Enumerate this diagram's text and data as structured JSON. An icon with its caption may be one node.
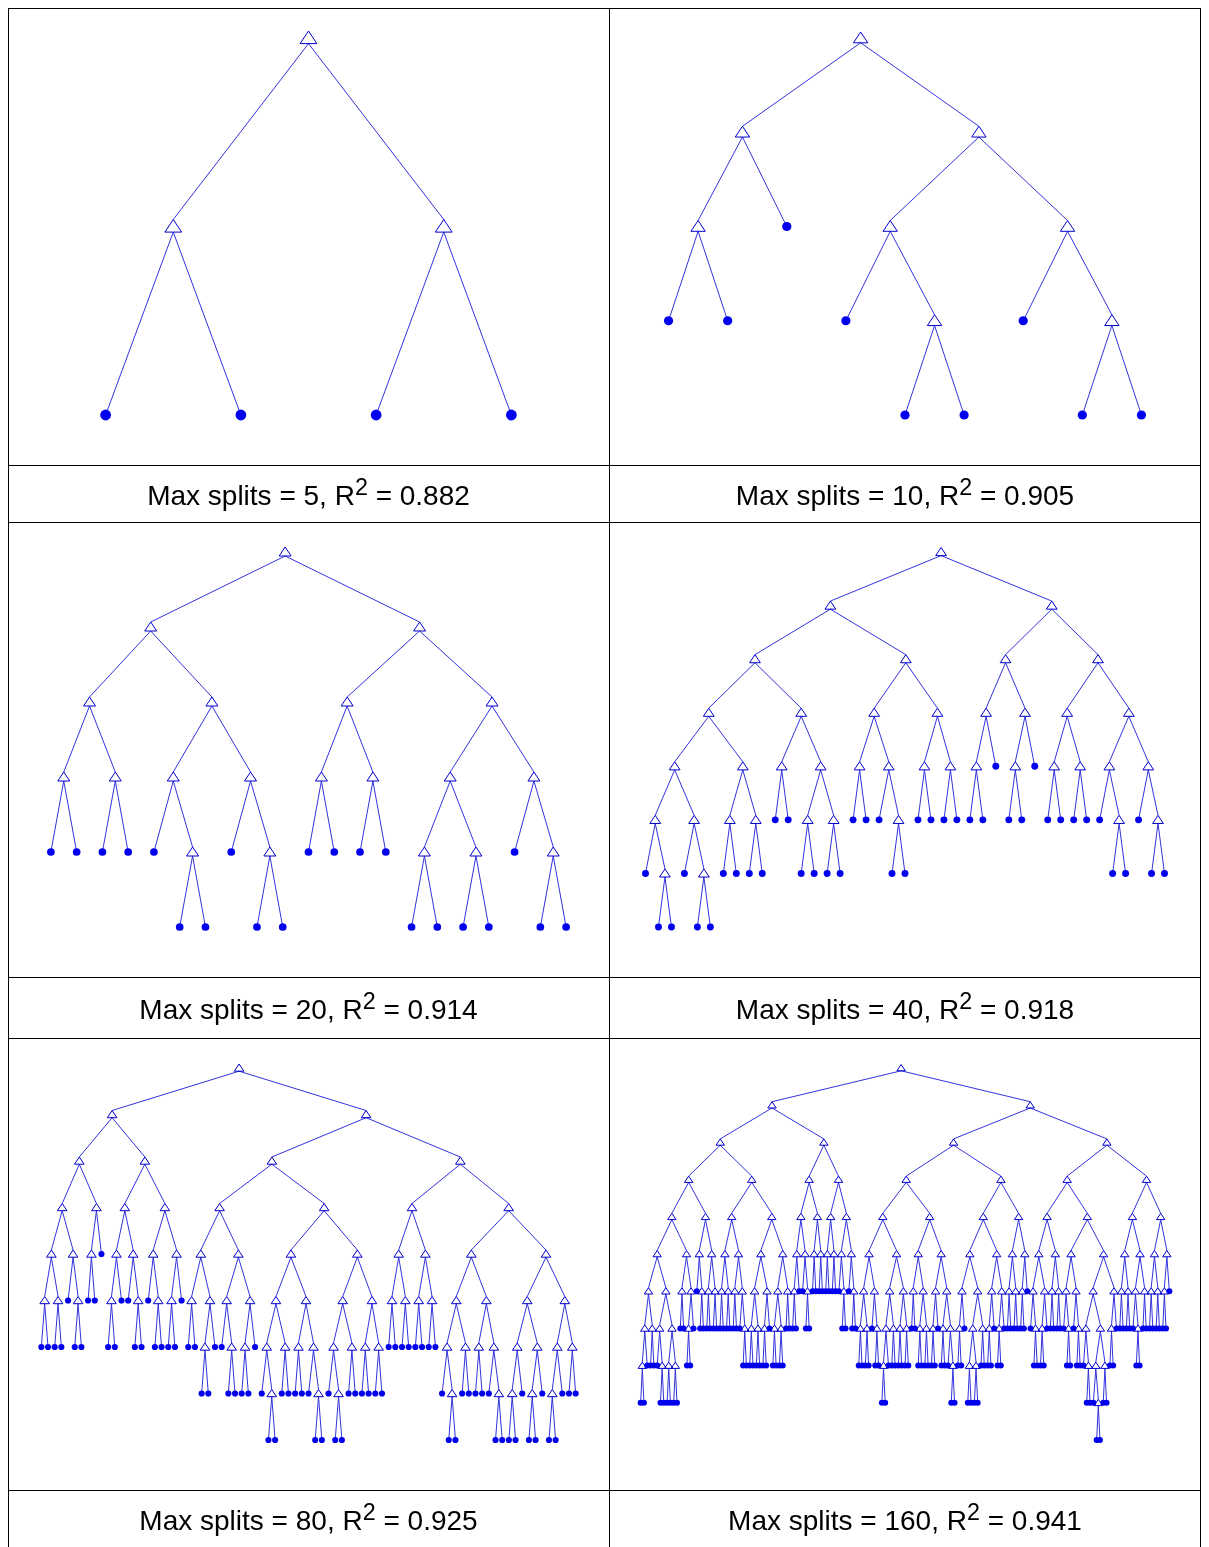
{
  "diagram": {
    "labels": [
      "Max splits = 5, R$^{2}$ = 0.882",
      "Max splits = 10, R$^{2}$ = 0.905",
      "Max splits = 20, R$^{2}$ = 0.914",
      "Max splits = 40, R$^{2}$ = 0.918",
      "Max splits = 80, R$^{2}$ = 0.925",
      "Max splits = 160, R$^{2}$ = 0.941"
    ]
  }
}
